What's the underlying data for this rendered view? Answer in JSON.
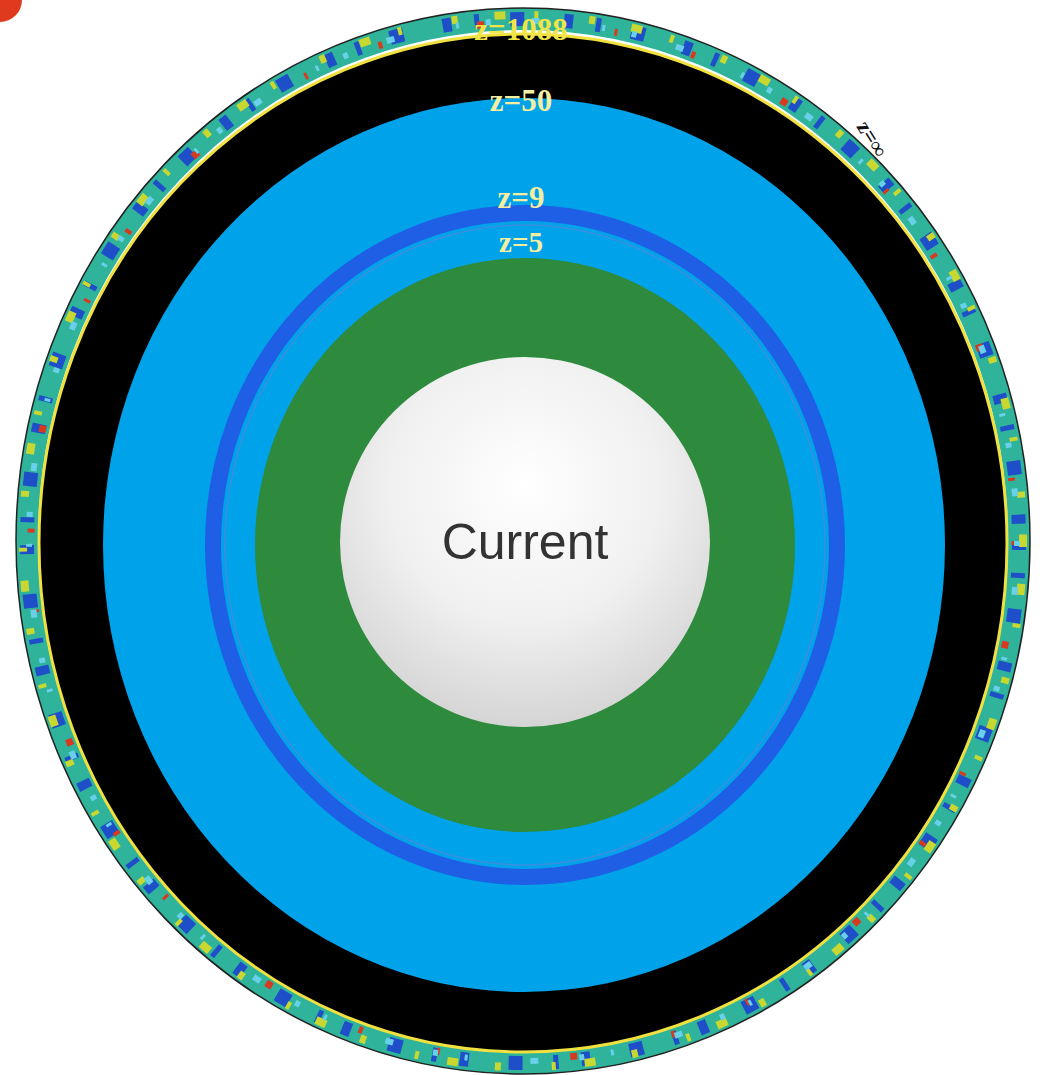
{
  "diagram": {
    "nodes": [
      {
        "text": [
          "Current"
        ]
      }
    ],
    "labels": [
      "z=1088",
      "z=50",
      "z=9",
      "z=5",
      "z=∞"
    ]
  }
}
